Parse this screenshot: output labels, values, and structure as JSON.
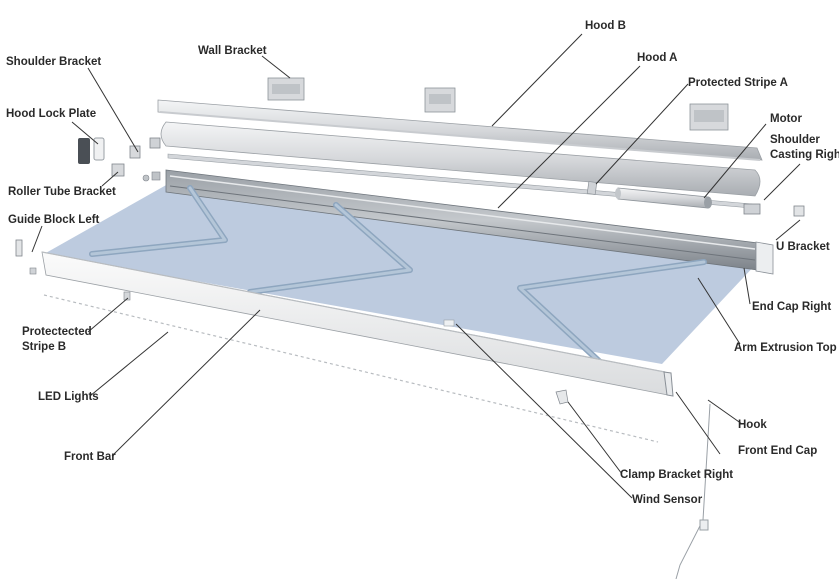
{
  "diagram": {
    "labels": {
      "hood_b": "Hood B",
      "hood_a": "Hood A",
      "wall_bracket": "Wall Bracket",
      "shoulder_bracket": "Shoulder Bracket",
      "protected_stripe_a": "Protected Stripe A",
      "hood_lock_plate": "Hood Lock Plate",
      "motor": "Motor",
      "shoulder_casting_right_l1": "Shoulder",
      "shoulder_casting_right_l2": "Casting Right",
      "roller_tube_bracket": "Roller Tube Bracket",
      "guide_block_left": "Guide Block Left",
      "u_bracket": "U Bracket",
      "end_cap_right": "End Cap Right",
      "protected_stripe_b_l1": "Protectected",
      "protected_stripe_b_l2": "Stripe B",
      "arm_extrusion_top": "Arm Extrusion Top",
      "led_lights": "LED Lights",
      "hook": "Hook",
      "front_end_cap": "Front End Cap",
      "front_bar": "Front Bar",
      "clamp_bracket_right": "Clamp Bracket Right",
      "wind_sensor": "Wind Sensor"
    },
    "colors": {
      "fabric": "#b7c7dc",
      "metal": "#d9dadc",
      "metal_dark": "#8c9096",
      "arm": "#9eb3c9",
      "leader": "#333333"
    }
  }
}
